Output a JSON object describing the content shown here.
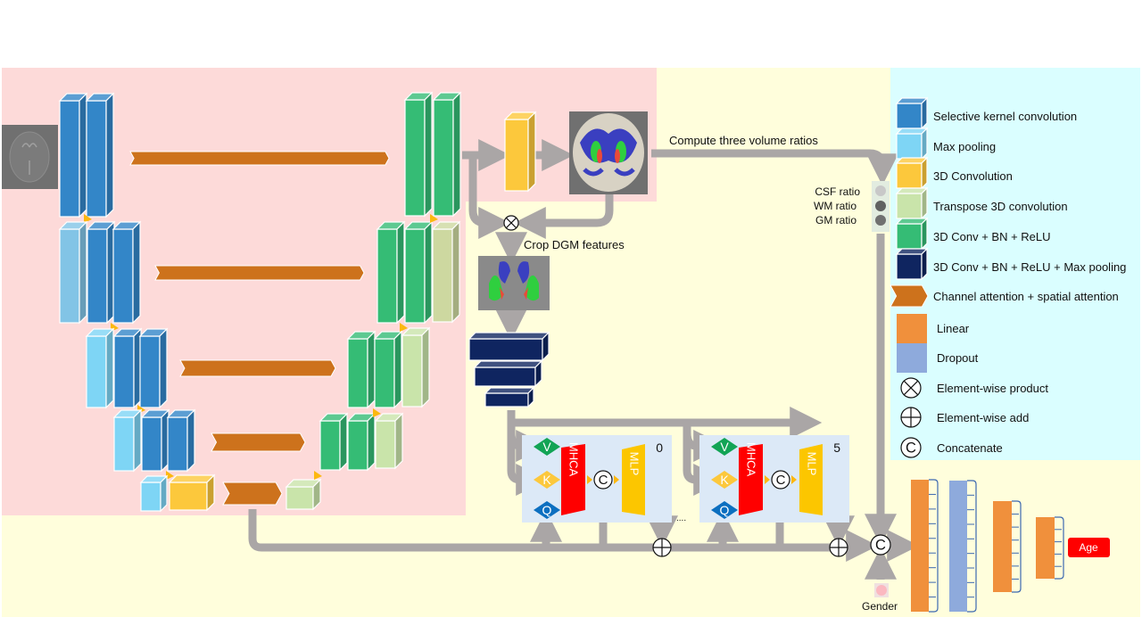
{
  "diagram": {
    "colors": {
      "unet_bg": "#fddad9",
      "main_bg": "#fffedc",
      "legend_bg": "#dafeff",
      "transformer_bg": "#dce9f7",
      "selective_kernel": "#3386c8",
      "max_pooling": "#7ed5f5",
      "max_pooling_dim": "#82c4e6",
      "conv3d": "#fcc83c",
      "transpose_conv": "#c9e4aa",
      "transpose_conv_dim": "#cdd8a0",
      "conv_bn_relu": "#35bc75",
      "conv_bn_relu_pool": "#0f2560",
      "attention": "#cd721c",
      "linear": "#f0903c",
      "dropout": "#8eaadc",
      "arrow": "#aaa6a6",
      "age": "#ff0000",
      "v_diamond": "#12a455",
      "k_diamond": "#fcc83c",
      "q_diamond": "#0c6fc0",
      "mhca": "#ff0000",
      "mlp": "#fcc600"
    },
    "labels": {
      "compute_ratios": "Compute three volume ratios",
      "crop_dgm": "Crop DGM features",
      "csf_ratio": "CSF ratio",
      "wm_ratio": "WM ratio",
      "gm_ratio": "GM ratio",
      "gender": "Gender",
      "age": "Age",
      "ellipsis": "....",
      "block_first_index": "0",
      "block_last_index": "5",
      "mhca": "MHCA",
      "mlp": "MLP",
      "v": "V",
      "k": "K",
      "q": "Q",
      "concat_symbol": "C"
    },
    "legend": [
      {
        "icon": "cube",
        "color_key": "selective_kernel",
        "label": "Selective kernel convolution"
      },
      {
        "icon": "cube",
        "color_key": "max_pooling",
        "label": "Max pooling"
      },
      {
        "icon": "cube",
        "color_key": "conv3d",
        "label": "3D Convolution"
      },
      {
        "icon": "cube",
        "color_key": "transpose_conv",
        "label": "Transpose 3D convolution"
      },
      {
        "icon": "cube",
        "color_key": "conv_bn_relu",
        "label": "3D Conv + BN + ReLU"
      },
      {
        "icon": "cube",
        "color_key": "conv_bn_relu_pool",
        "label": "3D Conv + BN + ReLU + Max pooling"
      },
      {
        "icon": "chevron",
        "color_key": "attention",
        "label": "Channel attention + spatial attention"
      },
      {
        "icon": "square",
        "color_key": "linear",
        "label": "Linear"
      },
      {
        "icon": "square",
        "color_key": "dropout",
        "label": "Dropout"
      },
      {
        "icon": "otimes",
        "color_key": "",
        "label": "Element-wise product"
      },
      {
        "icon": "oplus",
        "color_key": "",
        "label": "Element-wise add"
      },
      {
        "icon": "concat",
        "color_key": "",
        "label": "Concatenate"
      }
    ]
  }
}
